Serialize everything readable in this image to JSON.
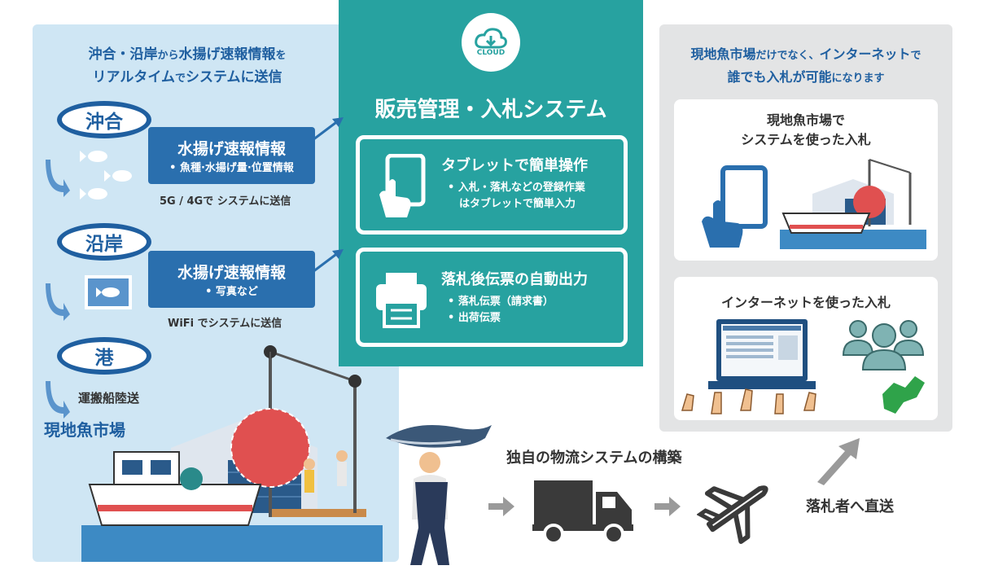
{
  "left": {
    "heading_line1_a": "沖合・沿岸",
    "heading_line1_b": "から",
    "heading_line1_c": "水揚げ速報情報",
    "heading_line1_d": "を",
    "heading_line2_a": "リアルタイム",
    "heading_line2_b": "で",
    "heading_line2_c": "システムに送信",
    "offshore_label": "沖合",
    "offshore_box_title": "水揚げ速報情報",
    "offshore_box_sub": "• 魚種·水揚げ量·位置情報",
    "offshore_note": "5G / 4Gで システムに送信",
    "coastal_label": "沿岸",
    "coastal_box_title": "水揚げ速報情報",
    "coastal_box_sub": "• 写真など",
    "coastal_note": "WiFi でシステムに送信",
    "port_label": "港",
    "port_note": "運搬船陸送",
    "market_label": "現地魚市場"
  },
  "center": {
    "cloud_label": "CLOUD",
    "title": "販売管理・入札システム",
    "box1_title": "タブレットで簡単操作",
    "box1_line1": "• 入札・落札などの登録作業",
    "box1_line2": "はタブレットで簡単入力",
    "box2_title": "落札後伝票の自動出力",
    "box2_line1": "• 落札伝票（請求書）",
    "box2_line2": "• 出荷伝票"
  },
  "right": {
    "heading_line1_a": "現地魚市場",
    "heading_line1_b": "だけでなく、",
    "heading_line1_c": "インターネット",
    "heading_line1_d": "で",
    "heading_line2_a": "誰でも入札が可能",
    "heading_line2_b": "になります",
    "panel1_line1": "現地魚市場で",
    "panel1_line2": "システムを使った入札",
    "panel2_title": "インターネットを使った入札"
  },
  "bottom": {
    "logistics_label": "独自の物流システムの構築",
    "direct_label": "落札者へ直送"
  },
  "colors": {
    "left_bg": "#cfe6f4",
    "teal": "#27a2a0",
    "right_bg": "#e3e4e5",
    "brand_blue": "#1f5fa0"
  }
}
